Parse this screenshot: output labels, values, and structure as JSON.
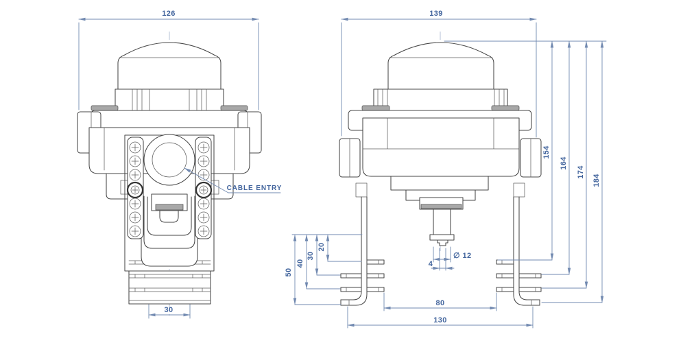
{
  "drawing": {
    "front_view": {
      "width_dim": "126",
      "slot_dim": "30",
      "cable_entry_label": "CABLE ENTRY"
    },
    "side_view": {
      "width_dim": "139",
      "height_dims": [
        "154",
        "164",
        "174",
        "184"
      ],
      "bracket_level_dims": [
        "50",
        "40",
        "30",
        "20"
      ],
      "shaft_diameter_dim": "∅ 12",
      "shaft_tip_dim": "4",
      "inner_span_dim": "80",
      "outer_span_dim": "130"
    },
    "colors": {
      "outline": "#474747",
      "dimension_lines": "#7189b0",
      "dimension_text": "#44669e",
      "centerline": "#aab6d0",
      "shading": "#a8a8a8",
      "background": "#ffffff"
    }
  }
}
